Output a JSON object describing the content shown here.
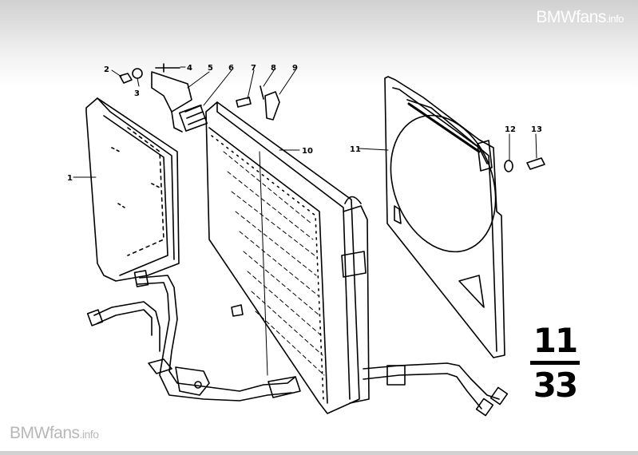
{
  "watermarks": {
    "top": {
      "brand": "BMWfans",
      "suffix": ".info"
    },
    "bottom": {
      "brand": "BMWfans",
      "suffix": ".info"
    }
  },
  "group_ref": {
    "main_group": "11",
    "sub_group": "33"
  },
  "callouts": [
    {
      "id": "1",
      "label": "1"
    },
    {
      "id": "2",
      "label": "2"
    },
    {
      "id": "3",
      "label": "3"
    },
    {
      "id": "4",
      "label": "4"
    },
    {
      "id": "5",
      "label": "5"
    },
    {
      "id": "6",
      "label": "6"
    },
    {
      "id": "7",
      "label": "7"
    },
    {
      "id": "8",
      "label": "8"
    },
    {
      "id": "9",
      "label": "9"
    },
    {
      "id": "10",
      "label": "10"
    },
    {
      "id": "11",
      "label": "11"
    },
    {
      "id": "12",
      "label": "12"
    },
    {
      "id": "13",
      "label": "13"
    }
  ],
  "colors": {
    "line": "#000000",
    "watermark_top": "#ffffff",
    "watermark_bottom": "#b8b8b8"
  }
}
